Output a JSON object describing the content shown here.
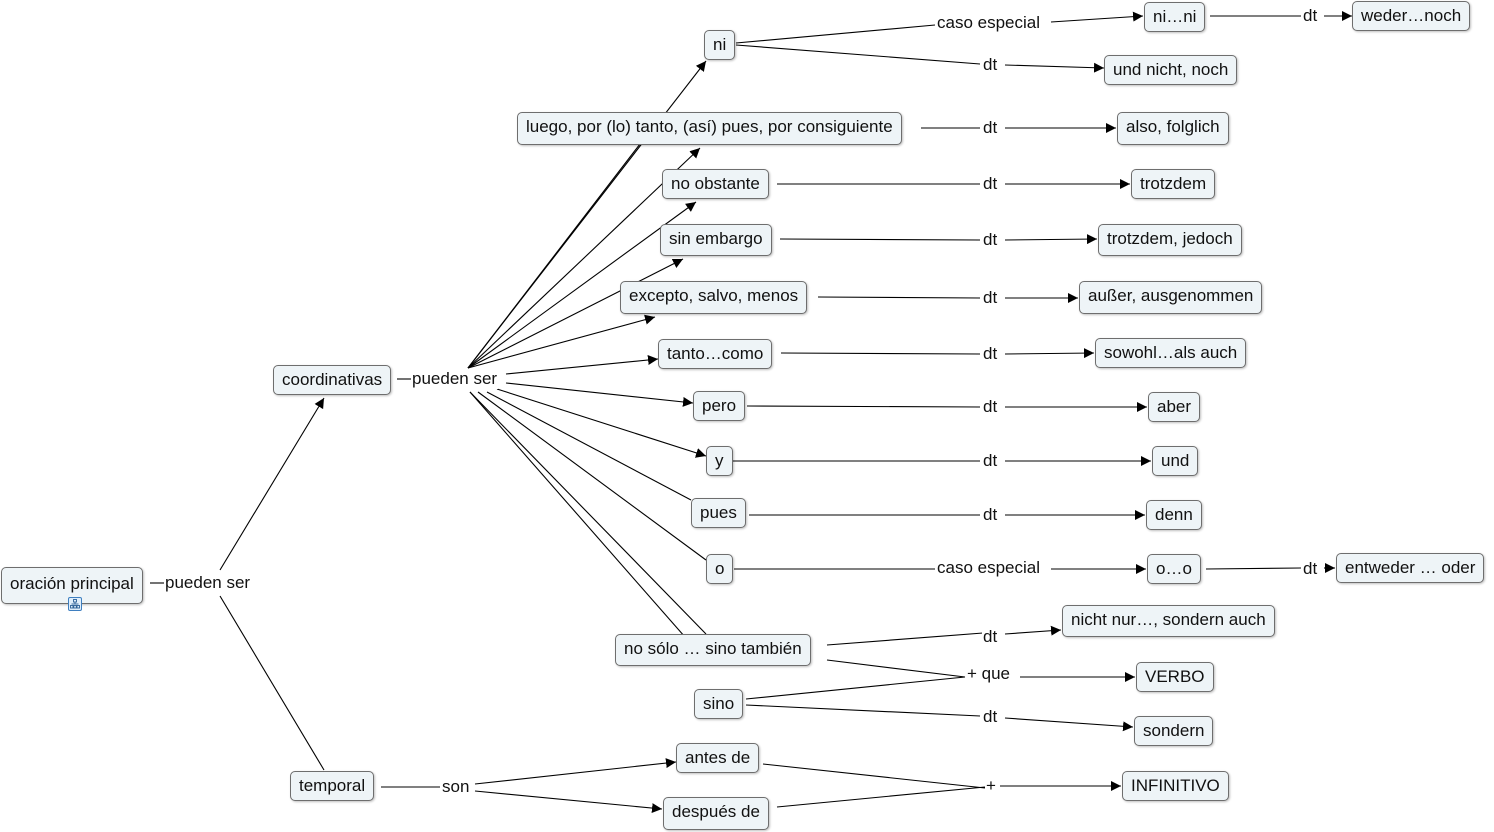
{
  "nodes": {
    "oracion_principal": "oración principal",
    "coordinativas": "coordinativas",
    "temporal": "temporal",
    "ni": "ni",
    "ni_ni": "ni…ni",
    "weder_noch": "weder…noch",
    "und_nicht_noch": "und nicht, noch",
    "luego": "luego, por (lo) tanto, (así) pues, por consiguiente",
    "also_folglich": "also, folglich",
    "no_obstante": "no obstante",
    "trotzdem": "trotzdem",
    "sin_embargo": "sin embargo",
    "trotzdem_jedoch": "trotzdem, jedoch",
    "excepto": "excepto, salvo, menos",
    "ausser": "außer, ausgenommen",
    "tanto_como": "tanto…como",
    "sowohl": "sowohl…als auch",
    "pero": "pero",
    "aber": "aber",
    "y": "y",
    "und": "und",
    "pues": "pues",
    "denn": "denn",
    "o": "o",
    "o_o": "o…o",
    "entweder": "entweder … oder",
    "no_solo": "no sólo … sino también",
    "nicht_nur": "nicht nur…, sondern auch",
    "sino": "sino",
    "verbo": "VERBO",
    "sondern": "sondern",
    "antes_de": "antes de",
    "despues_de": "después de",
    "infinitivo": "INFINITIVO"
  },
  "links": {
    "pueden_ser_main": "pueden ser",
    "pueden_ser_coord": "pueden ser",
    "son": "son",
    "caso_especial_ni": "caso especial",
    "caso_especial_o": "caso especial",
    "dt": "dt",
    "mas_que": "+ que",
    "mas": "+"
  },
  "icons": {
    "expand": "concept-map-expand-icon"
  },
  "colors": {
    "node_fill": "#eef4f7",
    "node_border": "#6e6e6e",
    "line": "#000000"
  }
}
